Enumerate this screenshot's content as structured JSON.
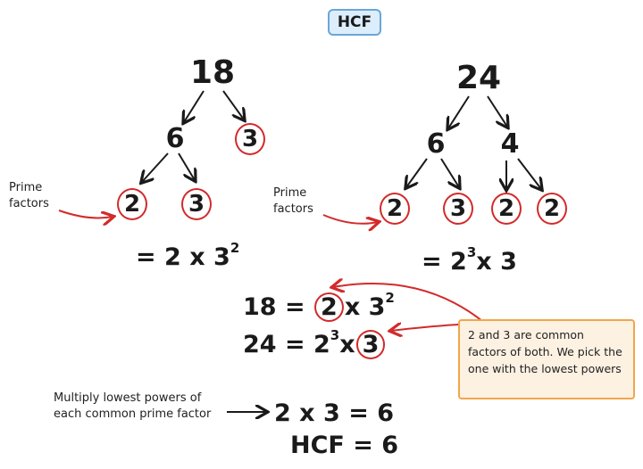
{
  "title": "HCF",
  "tree18": {
    "root": "18",
    "c1": "6",
    "c2": "3",
    "l1": "2",
    "l2": "3"
  },
  "tree24": {
    "root": "24",
    "c1": "6",
    "c2": "4",
    "l1": "2",
    "l2": "3",
    "l3": "2",
    "l4": "2"
  },
  "labels": {
    "prime_factors_1": "Prime factors",
    "prime_factors_2": "Prime factors"
  },
  "results": {
    "r18_prefix": "= 2 x 3",
    "r18_exp": "2",
    "r24_prefix": "= 2",
    "r24_exp": "3",
    "r24_suffix": "x 3"
  },
  "compare": {
    "row1_lhs": "18 =",
    "row1_circled": "2",
    "row1_mid": "x 3",
    "row1_exp": "2",
    "row2_lhs": "24 = 2",
    "row2_exp": "3",
    "row2_mid": "x",
    "row2_circled": "3"
  },
  "callout": "2 and 3 are common factors of both. We pick the one with the lowest powers",
  "multiply_note": "Multiply lowest powers of each common prime factor",
  "final": {
    "product": "2 x 3 = 6",
    "hcf": "HCF = 6"
  },
  "colors": {
    "red": "#d32a2a",
    "badge_border": "#6aa6d8",
    "badge_fill": "#dceefb",
    "callout_border": "#f0a64a",
    "callout_fill": "#fdf1e2"
  }
}
